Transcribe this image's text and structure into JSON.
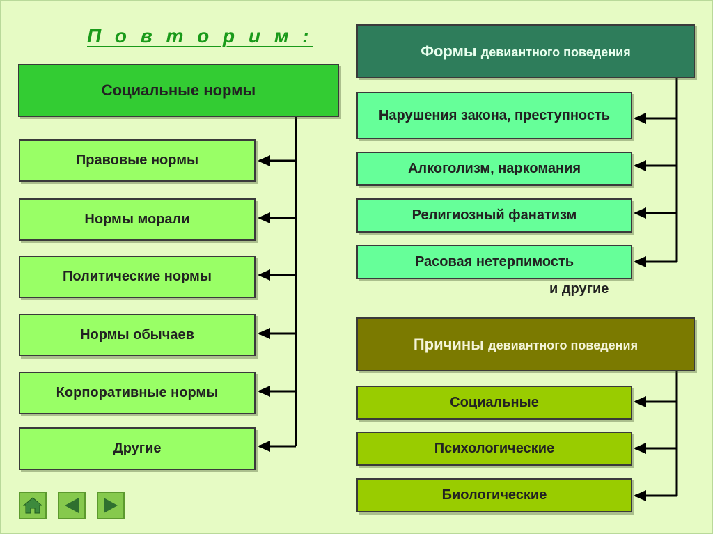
{
  "title": "П о в т о р и м :",
  "left": {
    "header": "Социальные нормы",
    "items": [
      "Правовые нормы",
      "Нормы морали",
      "Политические нормы",
      "Нормы обычаев",
      "Корпоративные нормы",
      "Другие"
    ]
  },
  "forms": {
    "header_bold": "Формы",
    "header_rest": "девиантного поведения",
    "items": [
      "Нарушения закона, преступность",
      "Алкоголизм, наркомания",
      "Религиозный фанатизм",
      "Расовая нетерпимость"
    ],
    "note": "и другие"
  },
  "causes": {
    "header_bold": "Причины",
    "header_rest": "девиантного поведения",
    "items": [
      "Социальные",
      "Психологические",
      "Биологические"
    ]
  },
  "nav": {
    "home_icon": "home-icon",
    "prev_icon": "left-arrow-icon",
    "next_icon": "right-arrow-icon"
  },
  "colors": {
    "background": "#e6fbc4",
    "social_header": "#33cc33",
    "norm_box": "#99ff66",
    "forms_header": "#2e7d5b",
    "form_box": "#66ff99",
    "causes_header": "#7b7a00",
    "cause_box": "#99cc00"
  }
}
